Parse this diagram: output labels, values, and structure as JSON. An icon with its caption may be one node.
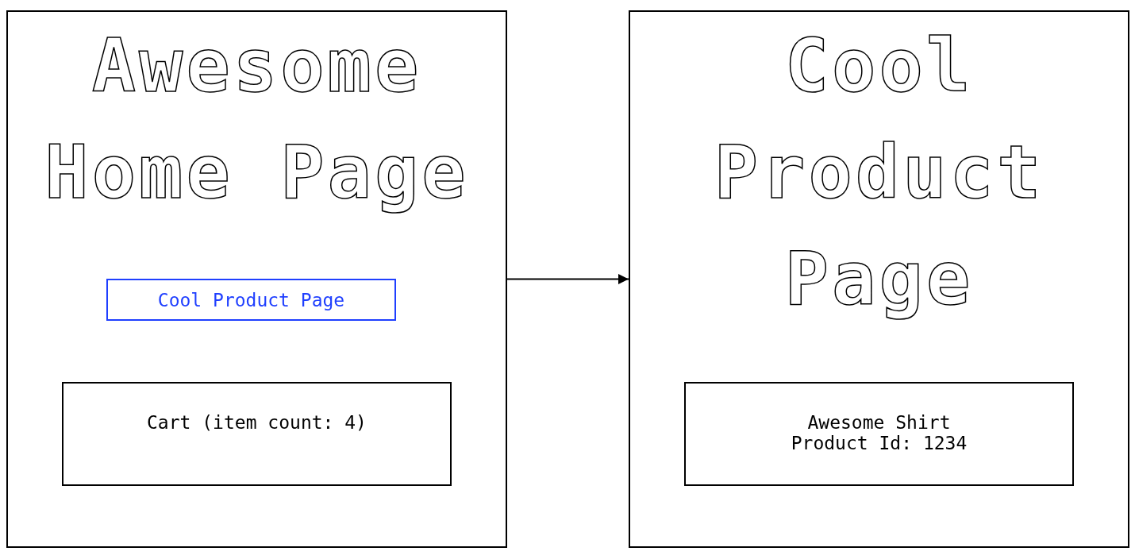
{
  "diagram": {
    "nodes": [
      {
        "text": [
          "Awesome Home Page"
        ]
      },
      {
        "text": [
          "Cool Product Page"
        ],
        "in": 0
      },
      {
        "text": [
          "Cart (item count: 4)"
        ],
        "in": 0
      },
      {
        "text": [
          "Cool Product Page"
        ]
      },
      {
        "text": [
          "Awesome Shirt",
          "Product Id: 1234"
        ],
        "in": 3
      }
    ],
    "edges": [
      {
        "from": 0,
        "to": 3,
        "arrow": "to"
      }
    ]
  }
}
